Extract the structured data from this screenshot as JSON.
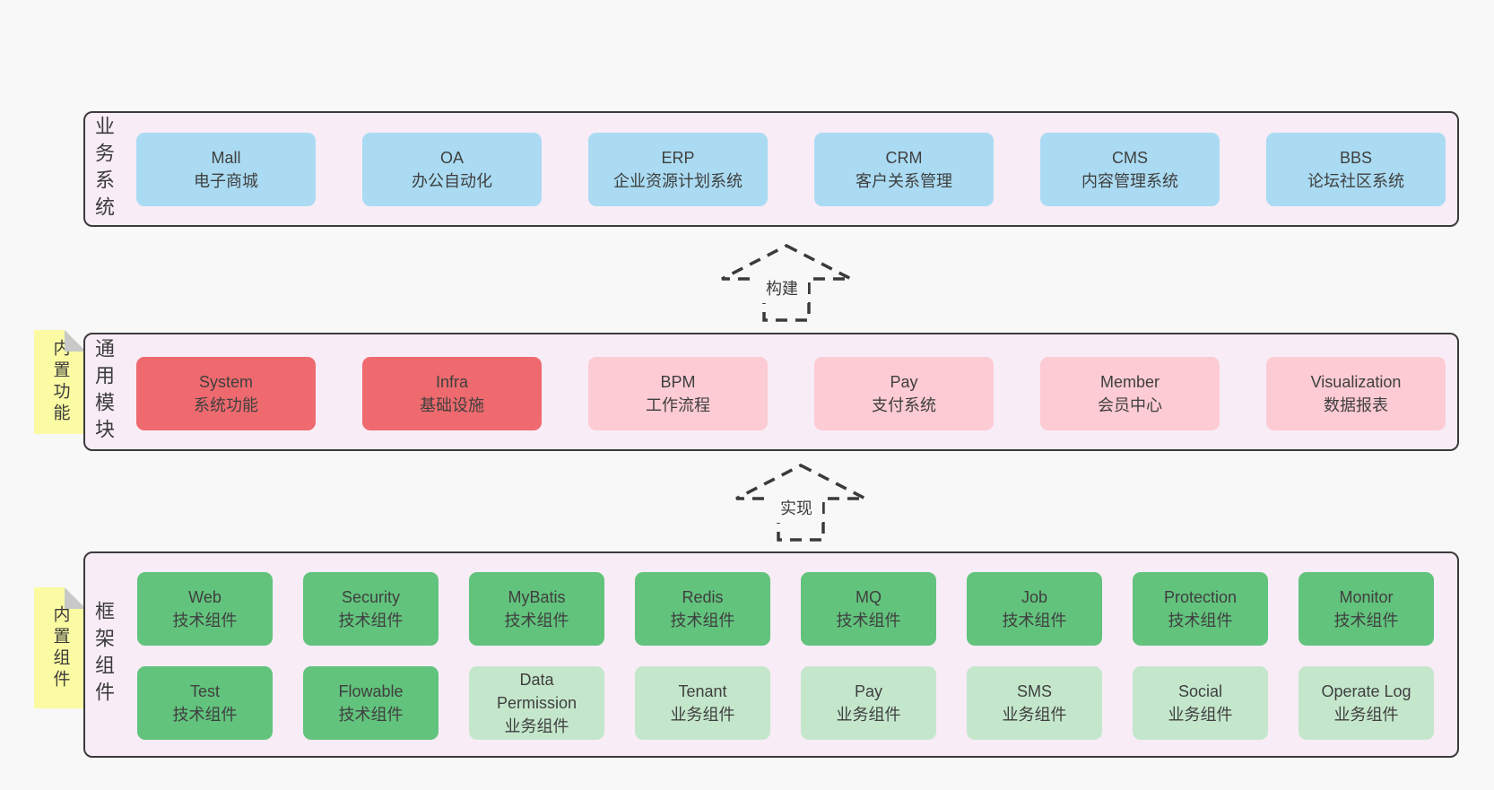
{
  "colors": {
    "page_bg": "#f8f8f8",
    "panel_bg": "#f8ecf6",
    "panel_border": "#3b3b3b",
    "blue_node": "#aadbf2",
    "red_node": "#ee6a6e",
    "pink_node": "#fccbd3",
    "green_node": "#62c37d",
    "green_light_node": "#c4e7cc",
    "note_yellow": "#fbfba3",
    "note_fold": "#c8c8c8",
    "arrow_dash": "#3a3a3a"
  },
  "sections": {
    "business": {
      "label": "业务系统",
      "items": [
        {
          "name": "Mall",
          "desc": "电子商城"
        },
        {
          "name": "OA",
          "desc": "办公自动化"
        },
        {
          "name": "ERP",
          "desc": "企业资源计划系统"
        },
        {
          "name": "CRM",
          "desc": "客户关系管理"
        },
        {
          "name": "CMS",
          "desc": "内容管理系统"
        },
        {
          "name": "BBS",
          "desc": "论坛社区系统"
        }
      ]
    },
    "modules": {
      "label": "通用模块",
      "note": "内置功能",
      "items": [
        {
          "name": "System",
          "desc": "系统功能"
        },
        {
          "name": "Infra",
          "desc": "基础设施"
        },
        {
          "name": "BPM",
          "desc": "工作流程"
        },
        {
          "name": "Pay",
          "desc": "支付系统"
        },
        {
          "name": "Member",
          "desc": "会员中心"
        },
        {
          "name": "Visualization",
          "desc": "数据报表"
        }
      ]
    },
    "framework": {
      "label": "框架组件",
      "note": "内置组件",
      "row1": [
        {
          "name": "Web",
          "desc": "技术组件"
        },
        {
          "name": "Security",
          "desc": "技术组件"
        },
        {
          "name": "MyBatis",
          "desc": "技术组件"
        },
        {
          "name": "Redis",
          "desc": "技术组件"
        },
        {
          "name": "MQ",
          "desc": "技术组件"
        },
        {
          "name": "Job",
          "desc": "技术组件"
        },
        {
          "name": "Protection",
          "desc": "技术组件"
        },
        {
          "name": "Monitor",
          "desc": "技术组件"
        }
      ],
      "row2": [
        {
          "name": "Test",
          "desc": "技术组件"
        },
        {
          "name": "Flowable",
          "desc": "技术组件"
        },
        {
          "name": "Data Permission",
          "desc": "业务组件"
        },
        {
          "name": "Tenant",
          "desc": "业务组件"
        },
        {
          "name": "Pay",
          "desc": "业务组件"
        },
        {
          "name": "SMS",
          "desc": "业务组件"
        },
        {
          "name": "Social",
          "desc": "业务组件"
        },
        {
          "name": "Operate Log",
          "desc": "业务组件"
        }
      ]
    }
  },
  "arrows": {
    "build": "构建",
    "implement": "实现"
  }
}
